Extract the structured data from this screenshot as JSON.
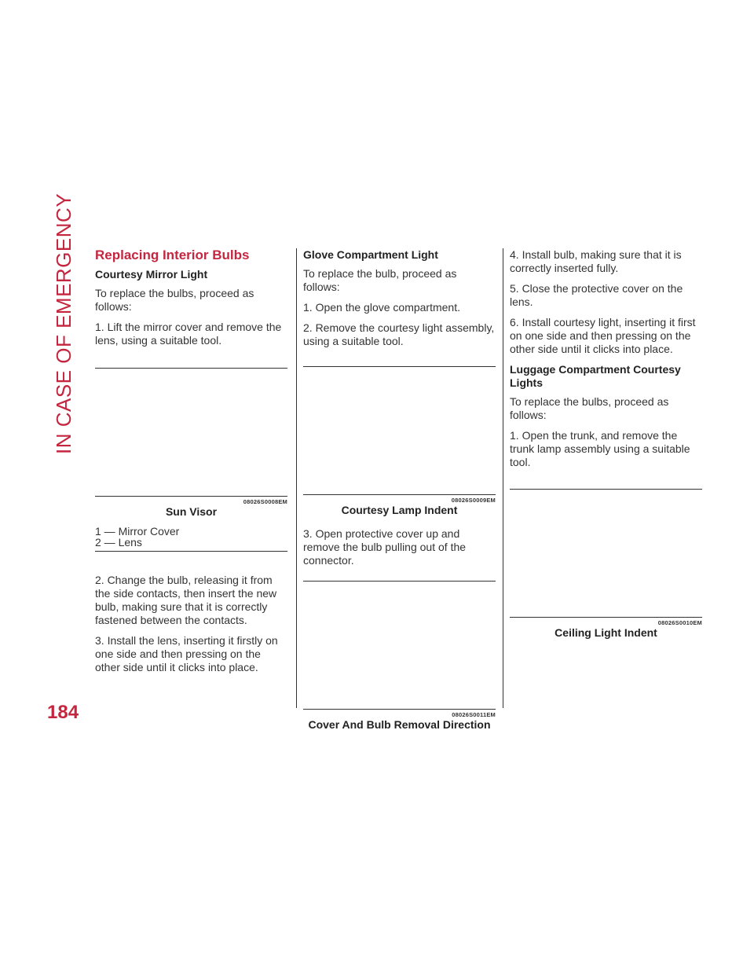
{
  "section_label": "IN CASE OF EMERGENCY",
  "page_number": "184",
  "col1": {
    "title": "Replacing Interior Bulbs",
    "subhead": "Courtesy Mirror Light",
    "intro": "To replace the bulbs, proceed as follows:",
    "step1": "1.  Lift the mirror cover and remove the lens, using a suitable tool.",
    "figure": {
      "code": "08026S0008EM",
      "caption": "Sun Visor"
    },
    "legend": [
      "1 — Mirror Cover",
      "2 — Lens"
    ],
    "step2": "2.  Change the bulb, releasing it from the side contacts, then insert the new bulb, making sure that it is correctly fastened between the contacts.",
    "step3": "3.  Install the lens, inserting it firstly on one side and then pressing on the other side until it clicks into place."
  },
  "col2": {
    "subhead": "Glove Compartment Light",
    "intro": "To replace the bulb, proceed as follows:",
    "step1": "1.  Open the glove compartment.",
    "step2": "2.  Remove the courtesy light assembly, using a suitable tool.",
    "figure1": {
      "code": "08026S0009EM",
      "caption": "Courtesy Lamp Indent"
    },
    "step3": "3.  Open protective cover up and remove the bulb pulling out of the connector.",
    "figure2": {
      "code": "08026S0011EM",
      "caption": "Cover And Bulb Removal Direction"
    }
  },
  "col3": {
    "step4": "4.  Install bulb, making sure that it is correctly inserted fully.",
    "step5": "5.  Close the protective cover on the lens.",
    "step6": "6.  Install courtesy light, inserting it first on one side and then pressing on the other side until it clicks into place.",
    "subhead": "Luggage Compartment Courtesy Lights",
    "intro": "To replace the bulbs, proceed as follows:",
    "step1": "1.  Open the trunk, and remove the trunk lamp assembly using a suitable tool.",
    "figure": {
      "code": "08026S0010EM",
      "caption": "Ceiling Light Indent"
    }
  }
}
